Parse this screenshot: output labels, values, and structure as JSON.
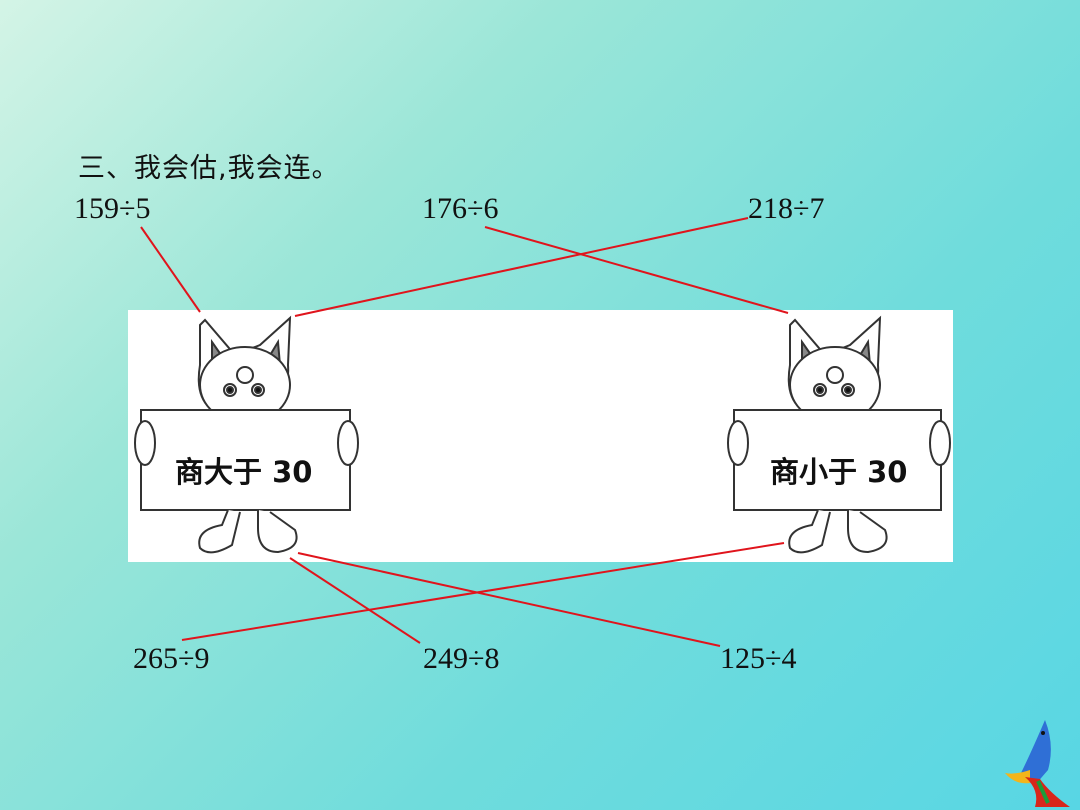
{
  "title": "三、我会估,我会连。",
  "top_expressions": [
    "159÷5",
    "176÷6",
    "218÷7"
  ],
  "bottom_expressions": [
    "265÷9",
    "249÷8",
    "125÷4"
  ],
  "signs": {
    "left": "商大于 30",
    "right": "商小于 30"
  },
  "colors": {
    "line": "#e0141c"
  }
}
